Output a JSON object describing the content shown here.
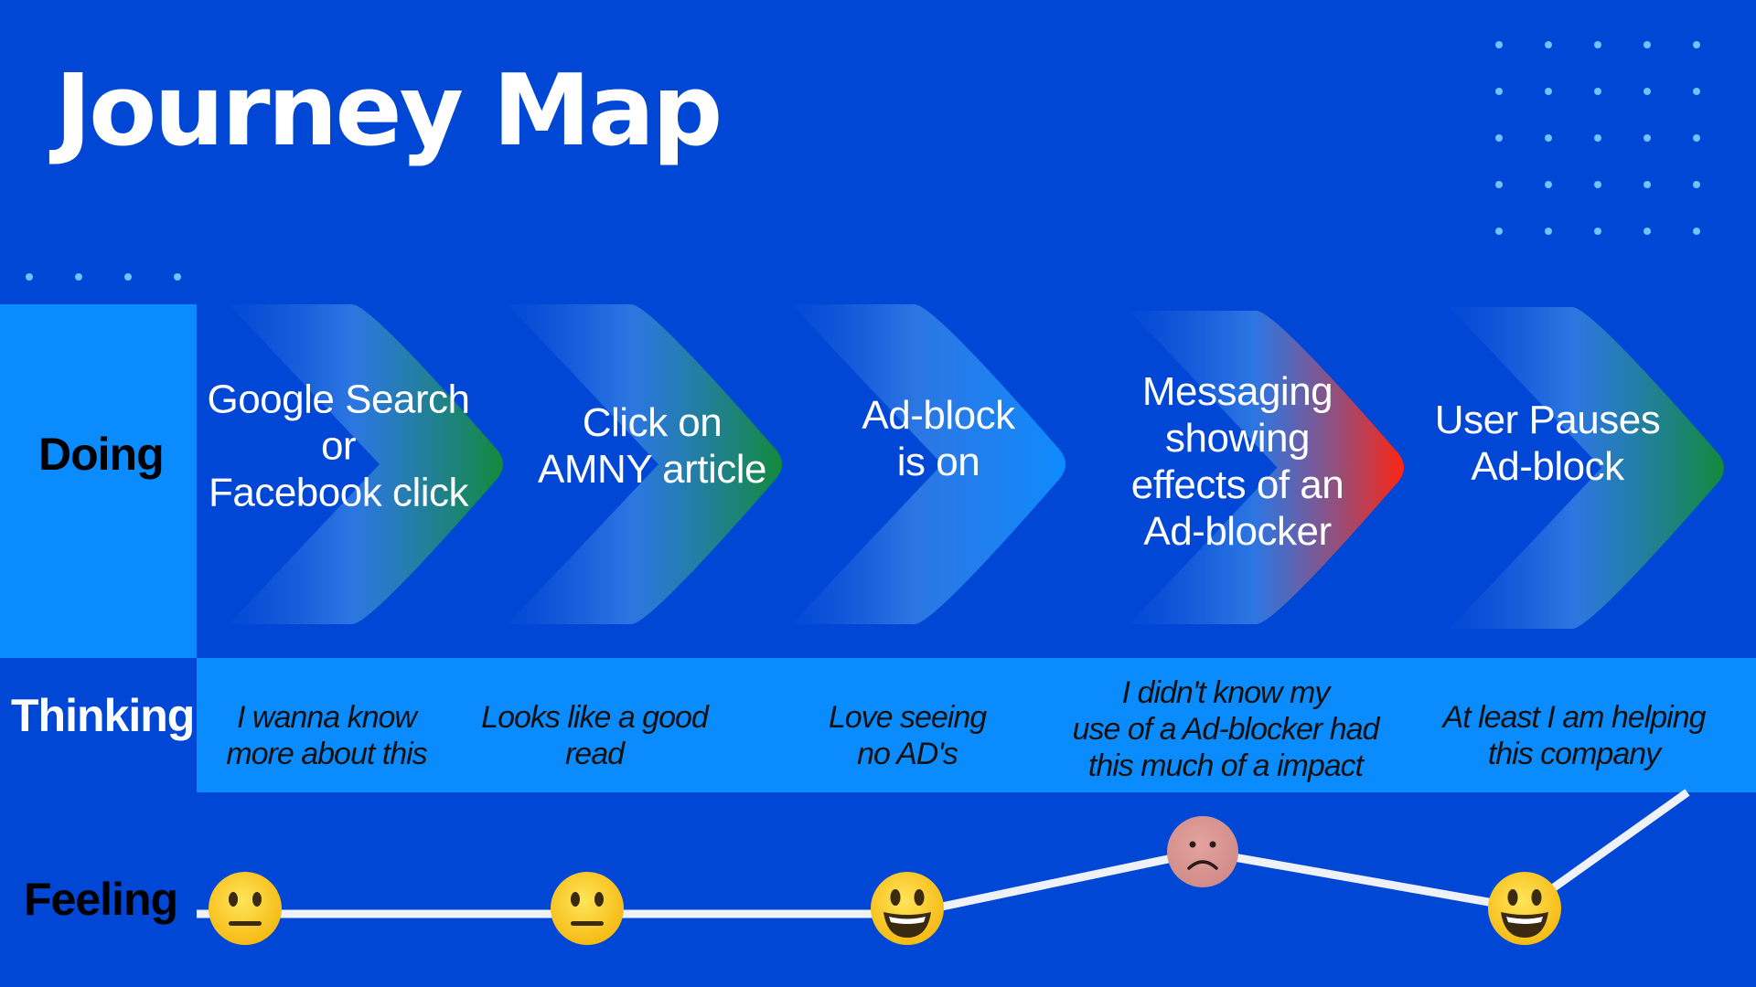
{
  "title": "Journey Map",
  "rows": {
    "doing": "Doing",
    "thinking": "Thinking",
    "feeling": "Feeling"
  },
  "steps": [
    {
      "lines": [
        "Google Search",
        "or",
        "Facebook click"
      ],
      "tip_color": "#128a3a"
    },
    {
      "lines": [
        "Click on",
        "AMNY article"
      ],
      "tip_color": "#128a3a"
    },
    {
      "lines": [
        "Ad-block",
        "is on"
      ],
      "tip_color": "#0d8bff"
    },
    {
      "lines": [
        "Messaging",
        "showing",
        "effects of an",
        "Ad-blocker"
      ],
      "tip_color": "#ff2410"
    },
    {
      "lines": [
        "User Pauses",
        "Ad-block"
      ],
      "tip_color": "#128a3a"
    }
  ],
  "thoughts": [
    [
      "I wanna know",
      "more about this"
    ],
    [
      "Looks like a good",
      "read"
    ],
    [
      "Love seeing",
      "no AD's"
    ],
    [
      "I didn't know my",
      "use of a Ad-blocker had",
      "this much of a impact"
    ],
    [
      "At least I am helping",
      "this company"
    ]
  ],
  "feelings": [
    "neutral-face",
    "neutral-face",
    "smiling-face",
    "frowning-face",
    "smiling-face"
  ],
  "colors": {
    "background": "#0047d6",
    "band": "#0a8cff",
    "dots": "#6fc3ff",
    "line": "#eef1f7"
  }
}
